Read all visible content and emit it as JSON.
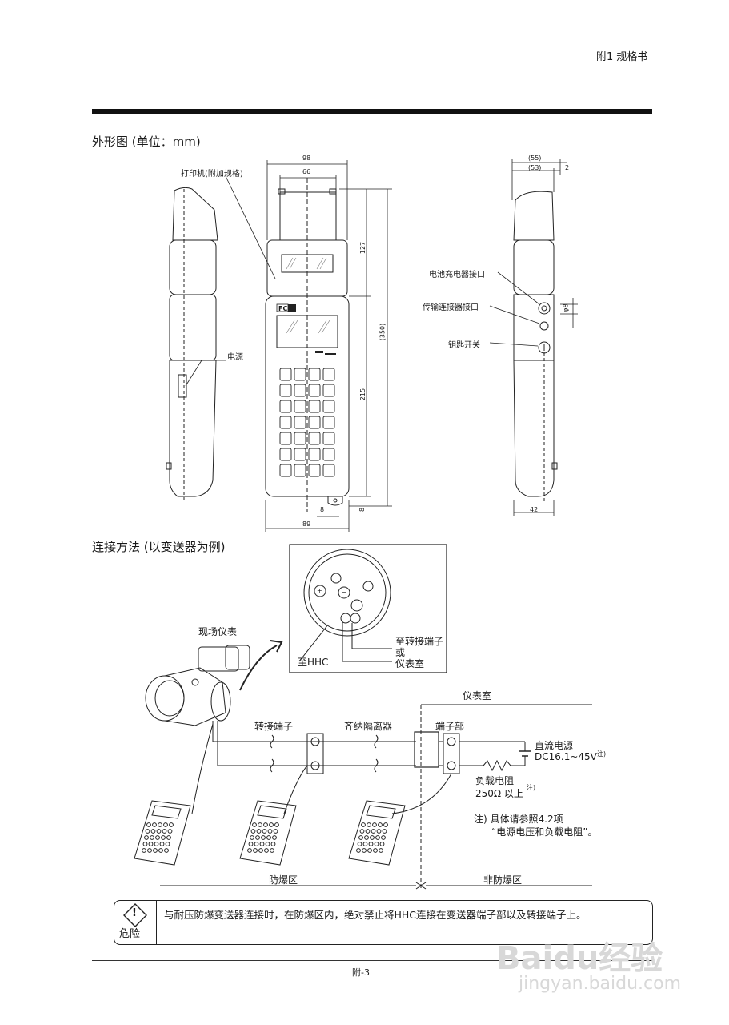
{
  "header": {
    "section": "附1  规格书"
  },
  "outline": {
    "title": "外形图 (单位：mm)",
    "labels": {
      "printer": "打印机(附加规格)",
      "power": "电源",
      "charger": "电池充电器接口",
      "transfer": "传输连接器接口",
      "key": "钥匙开关",
      "brand": "FC"
    },
    "dims": {
      "w98": "98",
      "w66": "66",
      "h127": "127",
      "h350": "(350)",
      "h215": "215",
      "d8a": "8",
      "d8b": "8",
      "w89": "89",
      "s55": "(55)",
      "s53": "(53)",
      "s2": "2",
      "phi8": "φ8",
      "w42": "42"
    }
  },
  "connection": {
    "title": "连接方法 (以变送器为例)",
    "labels": {
      "field": "现场仪表",
      "to_hhc": "至HHC",
      "to_terminal": "至转接端子",
      "or": "或",
      "instrument_room_small": "仪表室",
      "instrument_room": "仪表室",
      "relay": "转接端子",
      "barrier": "齐纳隔离器",
      "terminal": "端子部",
      "dc_power": "直流电源",
      "dc_spec": "DC16.1~45V",
      "note_mark1": "注)",
      "load": "负载电阻",
      "load_spec": "250Ω 以上",
      "note_mark2": "注)",
      "note_a": "注)  具体请参照4.2项",
      "note_b": "“电源电压和负载电阻”。",
      "explosion_zone": "防爆区",
      "non_explosion_zone": "非防爆区",
      "ground1": "+",
      "ground2": "−"
    }
  },
  "warning": {
    "symbol": "!",
    "word": "危险",
    "text": "与耐压防爆变送器连接时，在防爆区内，绝对禁止将HHC连接在变送器端子部以及转接端子上。"
  },
  "footer": {
    "page": "附-3"
  },
  "watermark": {
    "brand": "Baidu经验",
    "url": "jingyan.baidu.com"
  }
}
